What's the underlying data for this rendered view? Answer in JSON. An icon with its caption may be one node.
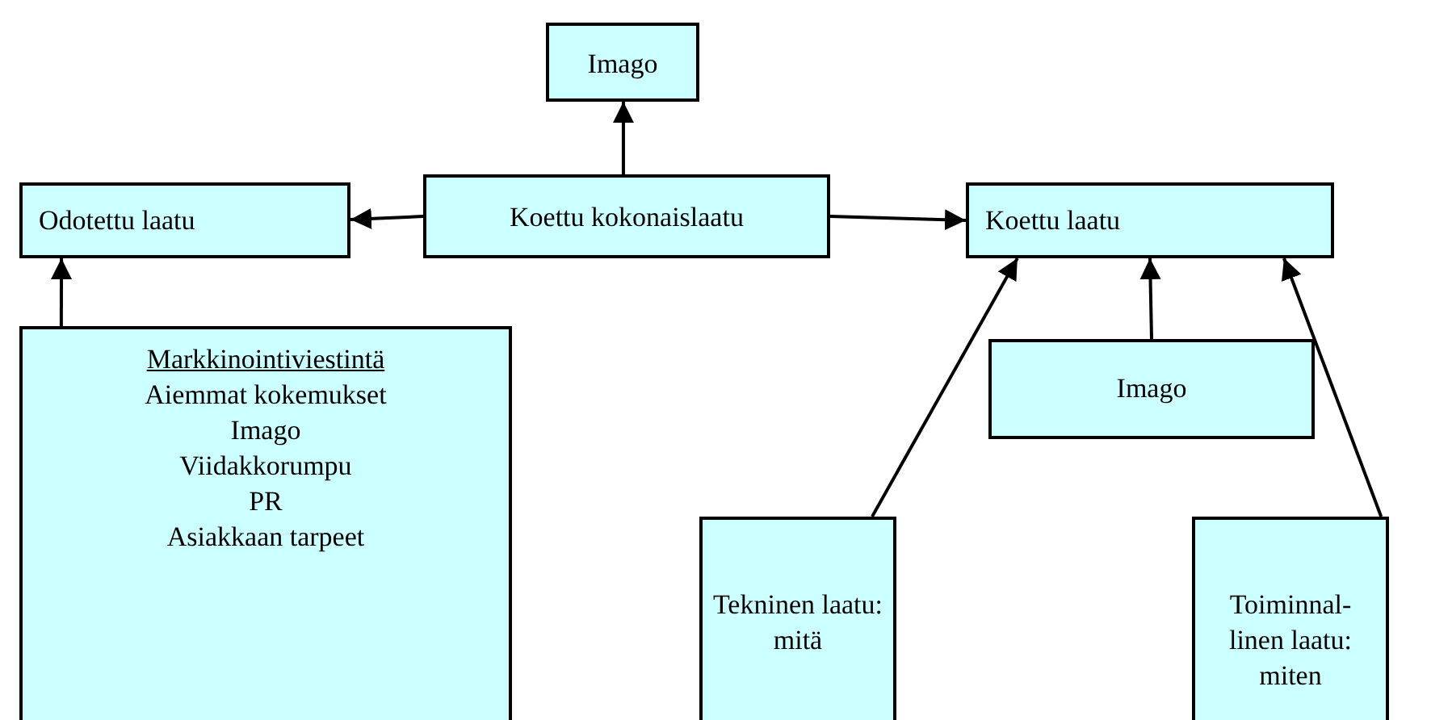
{
  "diagram": {
    "nodes": [
      {
        "text": [
          "Imago"
        ]
      },
      {
        "text": [
          "Odotettu laatu"
        ]
      },
      {
        "text": [
          "Koettu kokonaislaatu"
        ]
      },
      {
        "text": [
          "Koettu laatu"
        ]
      },
      {
        "text": [
          "Markkinointiviestintä",
          "Aiemmat kokemukset",
          "Imago",
          "Viidakkorumpu",
          "PR",
          "Asiakkaan tarpeet"
        ]
      },
      {
        "text": [
          "Imago"
        ]
      },
      {
        "text": [
          "Tekninen laatu: mitä"
        ]
      },
      {
        "text": [
          "Toiminnal- linen laatu: miten"
        ]
      }
    ],
    "edges": [
      {
        "from": 2,
        "to": 0,
        "arrow": "to"
      },
      {
        "from": 2,
        "to": 1,
        "arrow": "to"
      },
      {
        "from": 2,
        "to": 3,
        "arrow": "to"
      },
      {
        "from": 4,
        "to": 1,
        "arrow": "to"
      },
      {
        "from": 5,
        "to": 3,
        "arrow": "to"
      },
      {
        "from": 6,
        "to": 3,
        "arrow": "to"
      },
      {
        "from": 7,
        "to": 3,
        "arrow": "to"
      }
    ]
  }
}
